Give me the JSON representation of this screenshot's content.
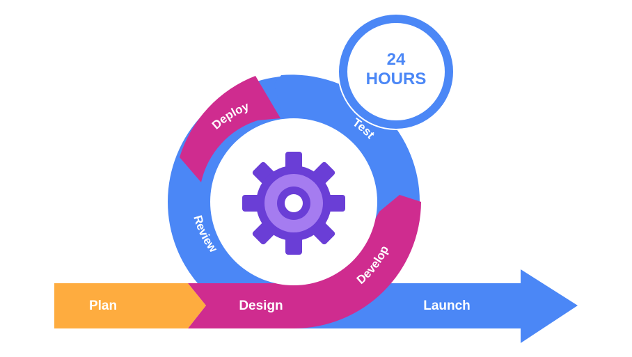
{
  "timer": {
    "line1": "24",
    "line2": "HOURS"
  },
  "bar": {
    "plan": "Plan",
    "design": "Design",
    "launch": "Launch"
  },
  "cycle": {
    "deploy": "Deploy",
    "test": "Test",
    "develop": "Develop",
    "review": "Review"
  },
  "colors": {
    "blue": "#4b87f6",
    "magenta": "#cf2c8f",
    "orange": "#feac3f",
    "gear_dark": "#6a3ed6",
    "gear_light": "#a57cf0",
    "white": "#ffffff"
  },
  "center_icon": "gear-icon"
}
